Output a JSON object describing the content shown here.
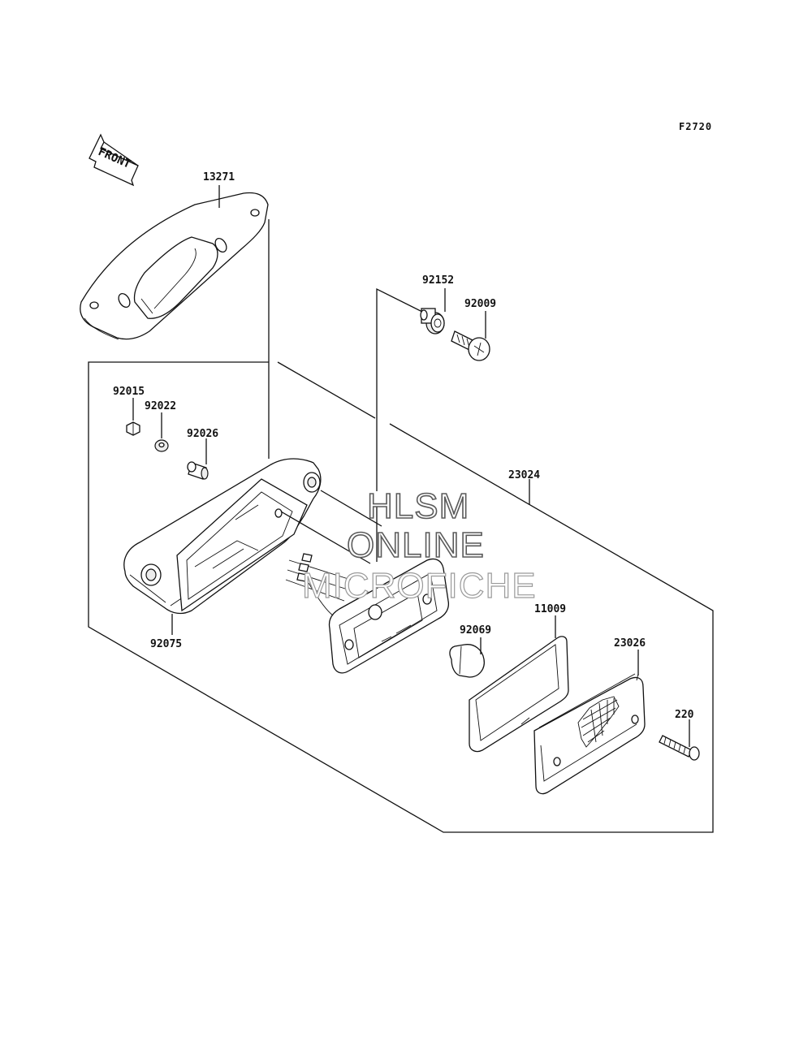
{
  "figure_code": "F2720",
  "front_indicator": "FRONT",
  "watermark": {
    "line1": "HLSM",
    "line2": "ONLINE",
    "line3": "MICROFICHE"
  },
  "parts": {
    "p13271": "13271",
    "p92152": "92152",
    "p92009": "92009",
    "p92015": "92015",
    "p92022": "92022",
    "p92026": "92026",
    "p23024": "23024",
    "p92075": "92075",
    "p92069": "92069",
    "p11009": "11009",
    "p23026": "23026",
    "p220": "220"
  }
}
